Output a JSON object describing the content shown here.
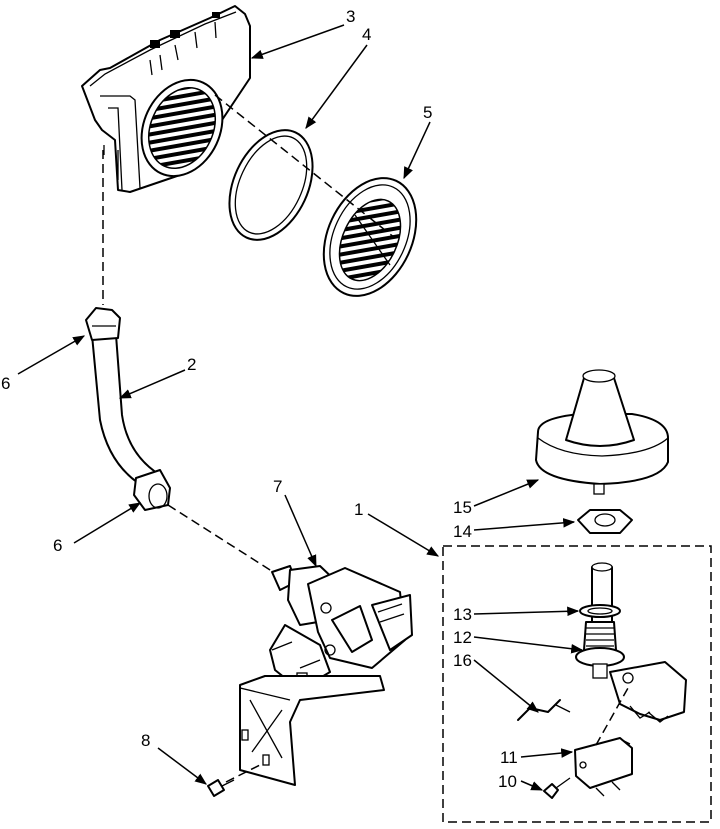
{
  "callouts": {
    "c1": "1",
    "c2": "2",
    "c3": "3",
    "c4": "4",
    "c5": "5",
    "c6a": "6",
    "c6b": "6",
    "c7": "7",
    "c8": "8",
    "c10": "10",
    "c11": "11",
    "c12": "12",
    "c13": "13",
    "c14": "14",
    "c15": "15",
    "c16": "16"
  }
}
